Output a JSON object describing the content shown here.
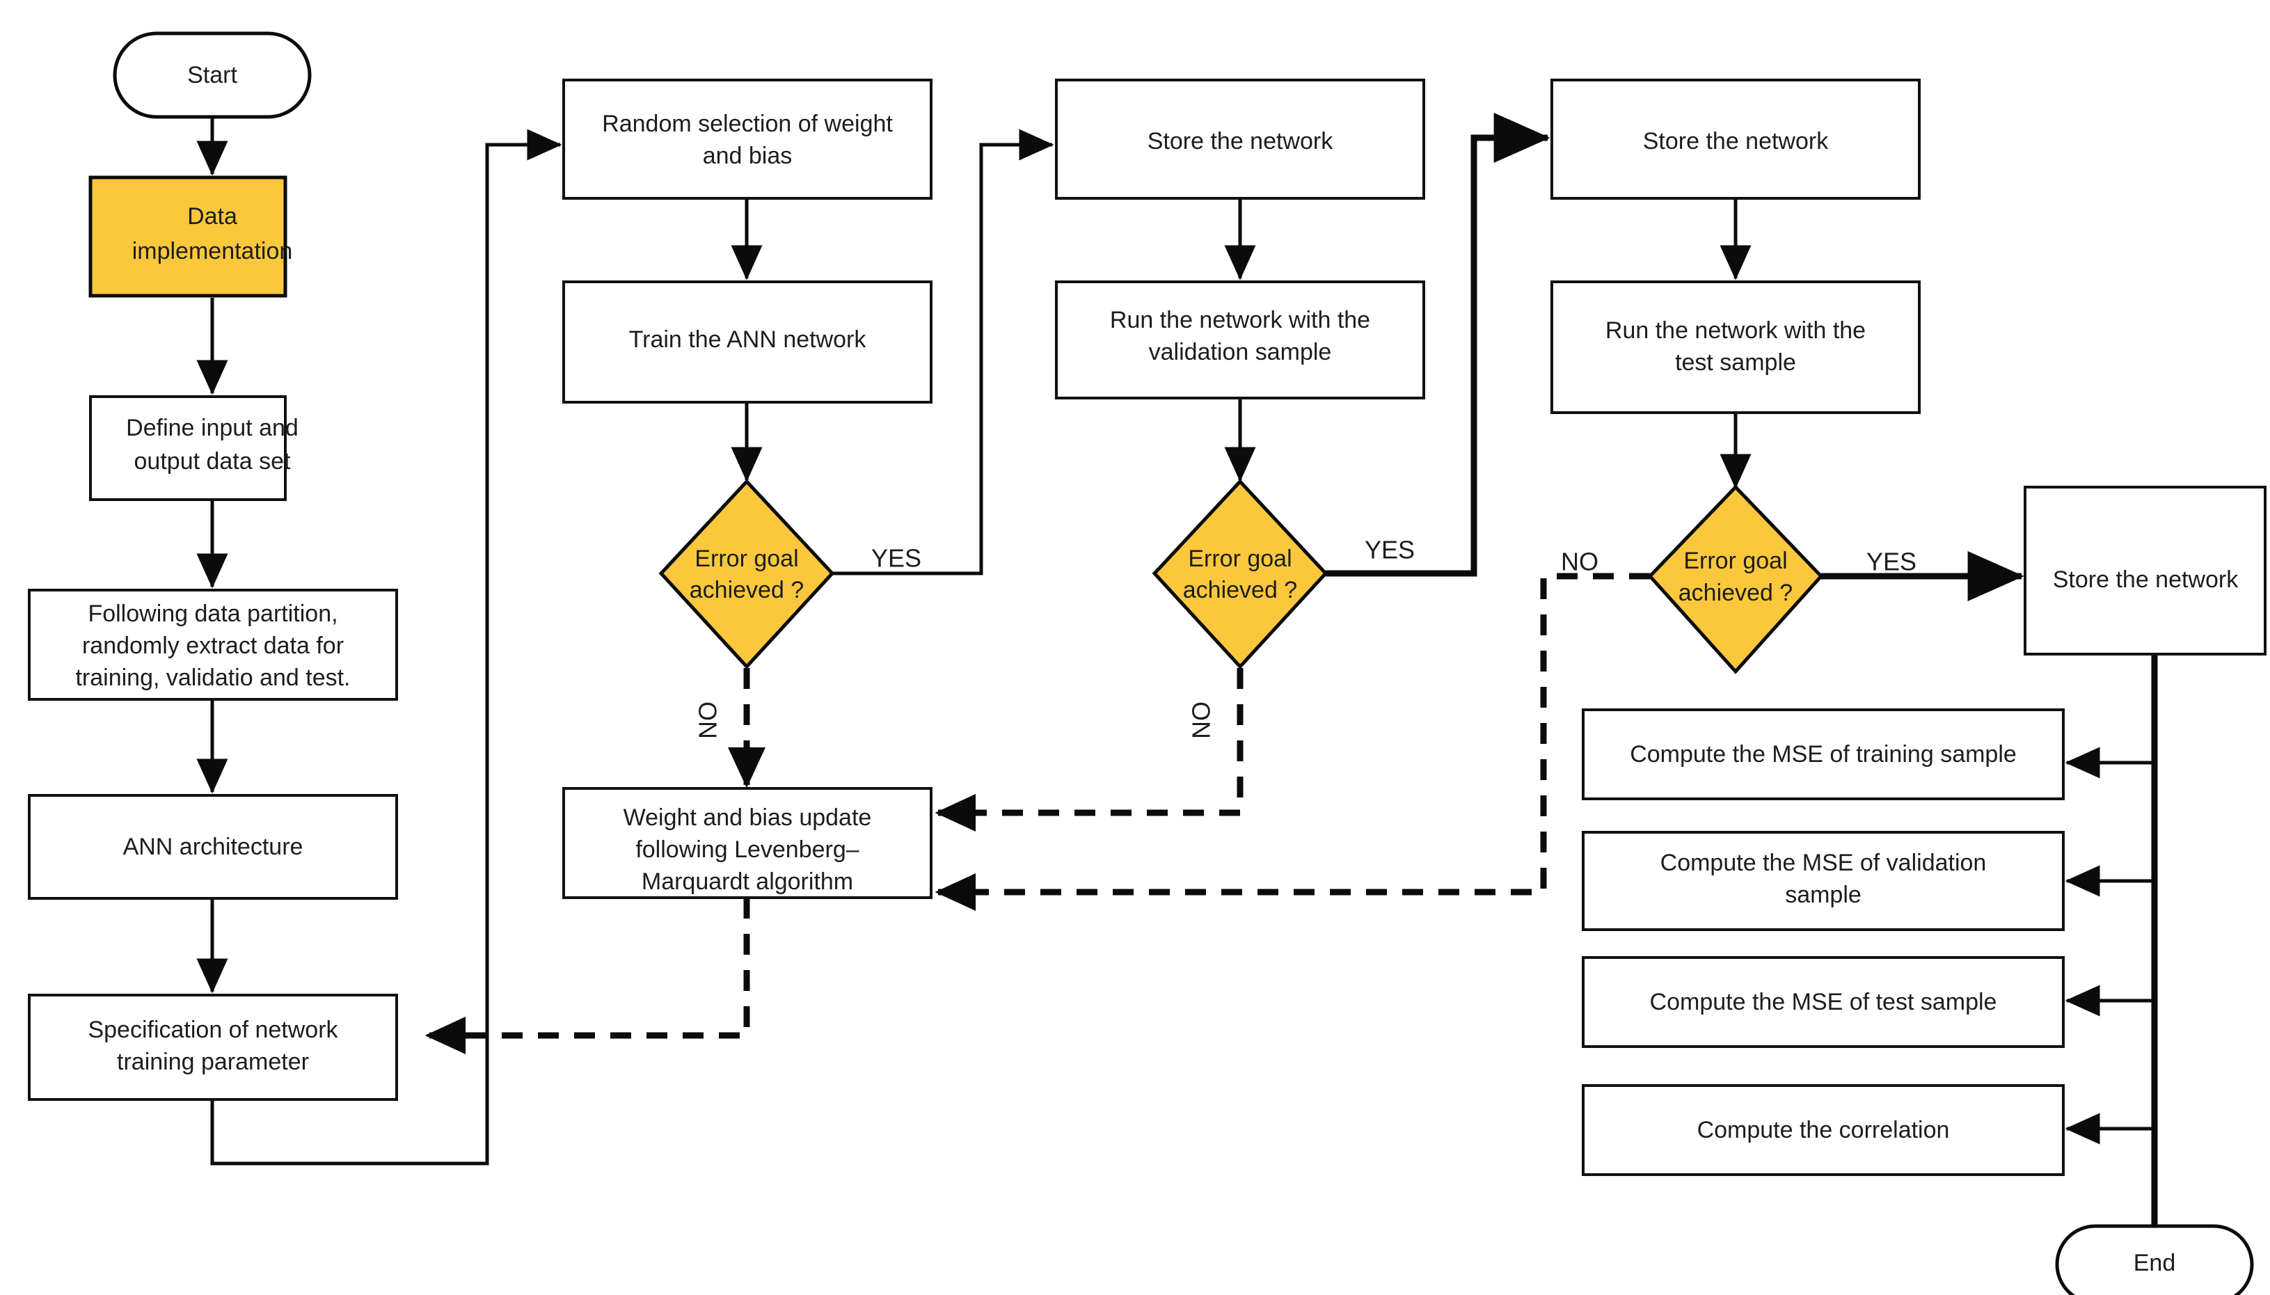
{
  "diagram": {
    "title": "ANN training and validation flowchart",
    "colors": {
      "highlight": "#FBC83D",
      "box_fill": "#FFFFFF",
      "stroke": "#0B0B0B",
      "text": "#1D1D1D"
    }
  },
  "nodes": {
    "start": {
      "label": "Start",
      "shape": "terminator"
    },
    "data_implementation": {
      "line1": "Data",
      "line2": "implementation",
      "shape": "process",
      "highlighted": true
    },
    "define_io": {
      "line1": "Define input and",
      "line2": "output data set",
      "shape": "process"
    },
    "partition": {
      "line1": "Following data partition,",
      "line2": "randomly extract data for",
      "line3": "training, validatio and test.",
      "shape": "process"
    },
    "ann_architecture": {
      "label": "ANN architecture",
      "shape": "process"
    },
    "spec_training": {
      "line1": "Specification of network",
      "line2": "training parameter",
      "shape": "process"
    },
    "random_weight": {
      "line1": "Random selection of weight",
      "line2": "and bias",
      "shape": "process"
    },
    "train_ann": {
      "label": "Train the ANN network",
      "shape": "process"
    },
    "decision_train": {
      "line1": "Error goal",
      "line2": "achieved ?",
      "shape": "decision",
      "highlighted": true
    },
    "weight_update": {
      "line1": "Weight and bias update",
      "line2": "following Levenberg–",
      "line3": "Marquardt algorithm",
      "shape": "process"
    },
    "store_network_validation": {
      "label": "Store the network",
      "shape": "process"
    },
    "run_validation": {
      "line1": "Run the network with the",
      "line2": "validation sample",
      "shape": "process"
    },
    "decision_validation": {
      "line1": "Error goal",
      "line2": "achieved ?",
      "shape": "decision",
      "highlighted": true
    },
    "store_network_test": {
      "label": "Store the network",
      "shape": "process"
    },
    "run_test": {
      "line1": "Run the network with the",
      "line2": "test sample",
      "shape": "process"
    },
    "decision_test": {
      "line1": "Error goal",
      "line2": "achieved ?",
      "shape": "decision",
      "highlighted": true
    },
    "store_network_final": {
      "label": "Store the network",
      "shape": "process"
    },
    "mse_training": {
      "label": "Compute the MSE of training sample",
      "shape": "process"
    },
    "mse_validation": {
      "line1": "Compute the MSE of validation",
      "line2": "sample",
      "shape": "process"
    },
    "mse_test": {
      "label": "Compute the MSE of test sample",
      "shape": "process"
    },
    "correlation": {
      "label": "Compute the correlation",
      "shape": "process"
    },
    "end": {
      "label": "End",
      "shape": "terminator"
    }
  },
  "edge_labels": {
    "yes_train": "YES",
    "no_train": "NO",
    "yes_validation": "YES",
    "no_validation": "NO",
    "yes_test": "YES",
    "no_test": "NO"
  }
}
